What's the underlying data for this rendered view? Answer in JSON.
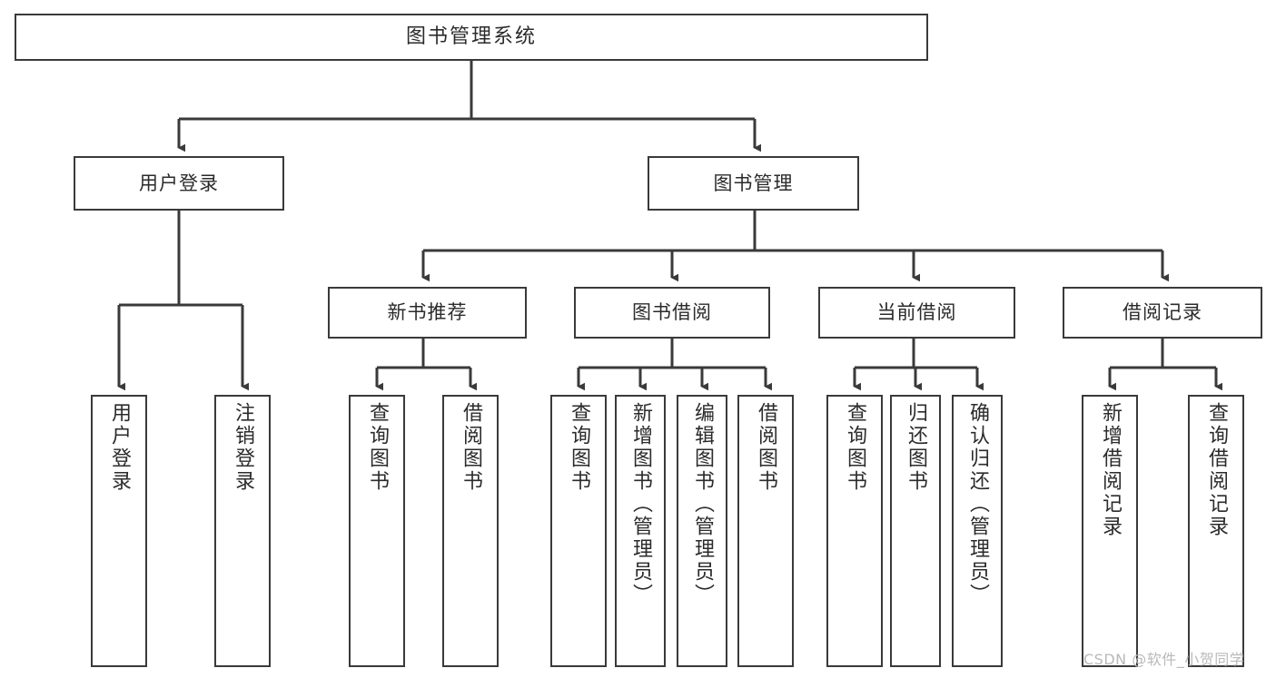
{
  "diagram": {
    "title": "图书管理系统",
    "type": "tree",
    "background_color": "#ffffff",
    "line_color": "#3a3a3a",
    "text_color": "#2b2b2b"
  },
  "nodes": {
    "root": {
      "label": "图书管理系统",
      "level": 1
    },
    "user_login": {
      "label": "用户登录",
      "level": 2
    },
    "book_manage": {
      "label": "图书管理",
      "level": 2
    },
    "new_book_rec": {
      "label": "新书推荐",
      "level": 3
    },
    "book_borrow": {
      "label": "图书借阅",
      "level": 3
    },
    "current_borrow": {
      "label": "当前借阅",
      "level": 3
    },
    "borrow_record": {
      "label": "借阅记录",
      "level": 3
    },
    "leaf_user_login": {
      "label": "用户登录",
      "level": 4
    },
    "leaf_logout_login": {
      "label": "注销登录",
      "level": 4
    },
    "leaf_query_book_1": {
      "label": "查询图书",
      "level": 4
    },
    "leaf_borrow_book_1": {
      "label": "借阅图书",
      "level": 4
    },
    "leaf_query_book_2": {
      "label": "查询图书",
      "level": 4
    },
    "leaf_add_book_admin": {
      "label": "新增图书（管理员）",
      "level": 4
    },
    "leaf_edit_book_admin": {
      "label": "编辑图书（管理员）",
      "level": 4
    },
    "leaf_borrow_book_2": {
      "label": "借阅图书",
      "level": 4
    },
    "leaf_query_book_3": {
      "label": "查询图书",
      "level": 4
    },
    "leaf_return_book": {
      "label": "归还图书",
      "level": 4
    },
    "leaf_confirm_return_admin": {
      "label": "确认归还（管理员）",
      "level": 4
    },
    "leaf_add_borrow_record": {
      "label": "新增借阅记录",
      "level": 4
    },
    "leaf_query_borrow_record": {
      "label": "查询借阅记录",
      "level": 4
    }
  },
  "edges": [
    {
      "from": "root",
      "to": "user_login"
    },
    {
      "from": "root",
      "to": "book_manage"
    },
    {
      "from": "user_login",
      "to": "leaf_user_login"
    },
    {
      "from": "user_login",
      "to": "leaf_logout_login"
    },
    {
      "from": "book_manage",
      "to": "new_book_rec"
    },
    {
      "from": "book_manage",
      "to": "book_borrow"
    },
    {
      "from": "book_manage",
      "to": "current_borrow"
    },
    {
      "from": "book_manage",
      "to": "borrow_record"
    },
    {
      "from": "new_book_rec",
      "to": "leaf_query_book_1"
    },
    {
      "from": "new_book_rec",
      "to": "leaf_borrow_book_1"
    },
    {
      "from": "book_borrow",
      "to": "leaf_query_book_2"
    },
    {
      "from": "book_borrow",
      "to": "leaf_add_book_admin"
    },
    {
      "from": "book_borrow",
      "to": "leaf_edit_book_admin"
    },
    {
      "from": "book_borrow",
      "to": "leaf_borrow_book_2"
    },
    {
      "from": "current_borrow",
      "to": "leaf_query_book_3"
    },
    {
      "from": "current_borrow",
      "to": "leaf_return_book"
    },
    {
      "from": "current_borrow",
      "to": "leaf_confirm_return_admin"
    },
    {
      "from": "borrow_record",
      "to": "leaf_add_borrow_record"
    },
    {
      "from": "borrow_record",
      "to": "leaf_query_borrow_record"
    }
  ],
  "watermark": {
    "text": "CSDN @软件_小贺同学",
    "color": "#b9b9b9"
  }
}
